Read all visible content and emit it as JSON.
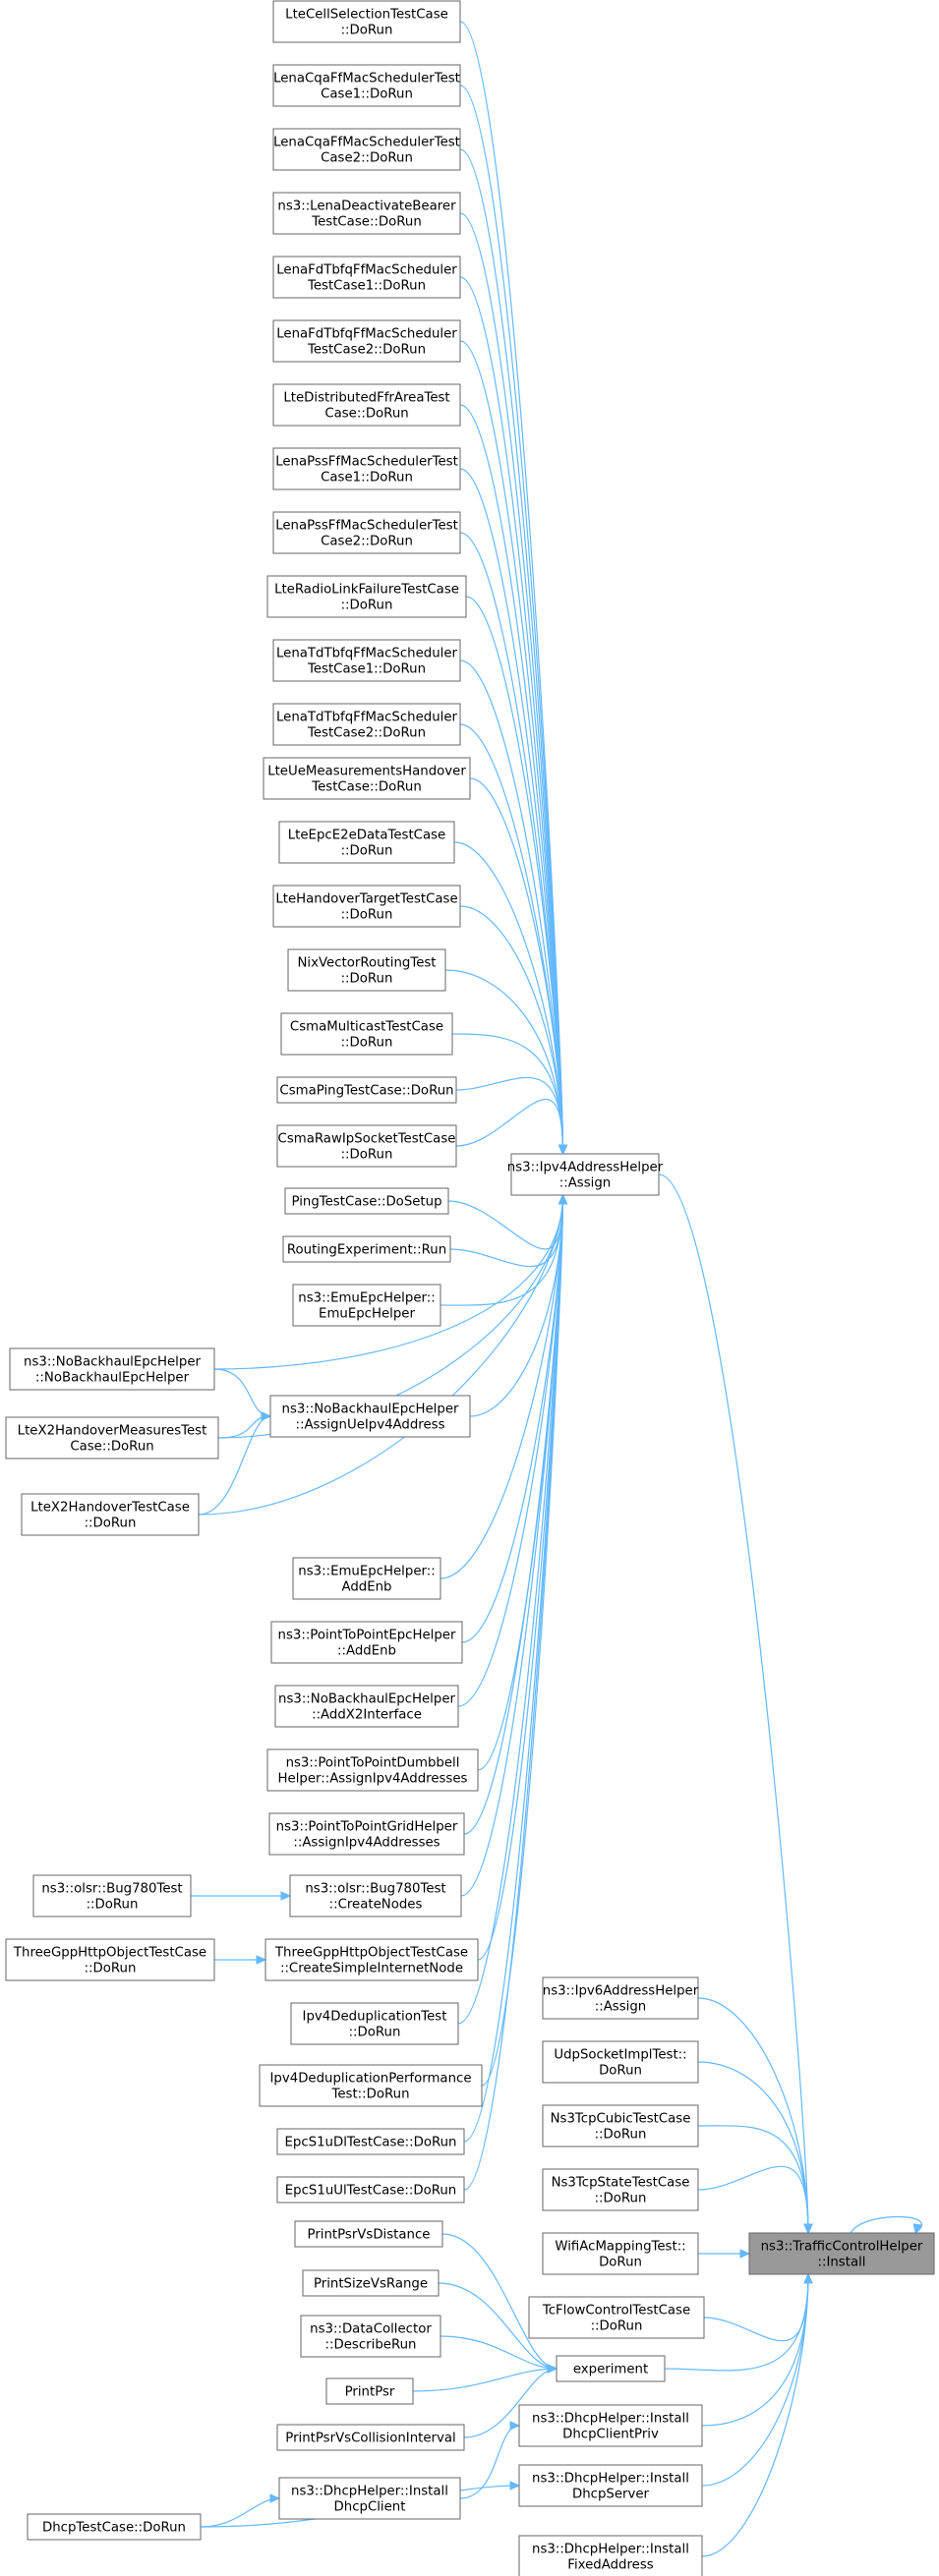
{
  "diagram": {
    "title": "Caller graph of ns3::TrafficControlHelper::Install",
    "colors": {
      "edge": "#63b8ff",
      "node_border": "#666666",
      "target_fill": "#999999",
      "node_fill": "#ffffff"
    },
    "nodes": [
      {
        "id": "n1",
        "lines": [
          "LteCellSelectionTestCase",
          "::DoRun"
        ]
      },
      {
        "id": "n2",
        "lines": [
          "LenaCqaFfMacSchedulerTest",
          "Case1::DoRun"
        ]
      },
      {
        "id": "n3",
        "lines": [
          "LenaCqaFfMacSchedulerTest",
          "Case2::DoRun"
        ]
      },
      {
        "id": "n4",
        "lines": [
          "ns3::LenaDeactivateBearer",
          "TestCase::DoRun"
        ]
      },
      {
        "id": "n5",
        "lines": [
          "LenaFdTbfqFfMacScheduler",
          "TestCase1::DoRun"
        ]
      },
      {
        "id": "n6",
        "lines": [
          "LenaFdTbfqFfMacScheduler",
          "TestCase2::DoRun"
        ]
      },
      {
        "id": "n7",
        "lines": [
          "LteDistributedFfrAreaTest",
          "Case::DoRun"
        ]
      },
      {
        "id": "n8",
        "lines": [
          "LenaPssFfMacSchedulerTest",
          "Case1::DoRun"
        ]
      },
      {
        "id": "n9",
        "lines": [
          "LenaPssFfMacSchedulerTest",
          "Case2::DoRun"
        ]
      },
      {
        "id": "n10",
        "lines": [
          "LteRadioLinkFailureTestCase",
          "::DoRun"
        ]
      },
      {
        "id": "n11",
        "lines": [
          "LenaTdTbfqFfMacScheduler",
          "TestCase1::DoRun"
        ]
      },
      {
        "id": "n12",
        "lines": [
          "LenaTdTbfqFfMacScheduler",
          "TestCase2::DoRun"
        ]
      },
      {
        "id": "n13",
        "lines": [
          "LteUeMeasurementsHandover",
          "TestCase::DoRun"
        ]
      },
      {
        "id": "n14",
        "lines": [
          "LteEpcE2eDataTestCase",
          "::DoRun"
        ]
      },
      {
        "id": "n15",
        "lines": [
          "LteHandoverTargetTestCase",
          "::DoRun"
        ]
      },
      {
        "id": "n16",
        "lines": [
          "NixVectorRoutingTest",
          "::DoRun"
        ]
      },
      {
        "id": "n17",
        "lines": [
          "CsmaMulticastTestCase",
          "::DoRun"
        ]
      },
      {
        "id": "n18",
        "lines": [
          "CsmaPingTestCase::DoRun"
        ]
      },
      {
        "id": "n19",
        "lines": [
          "CsmaRawIpSocketTestCase",
          "::DoRun"
        ]
      },
      {
        "id": "n20",
        "lines": [
          "PingTestCase::DoSetup"
        ]
      },
      {
        "id": "n21",
        "lines": [
          "RoutingExperiment::Run"
        ]
      },
      {
        "id": "n22",
        "lines": [
          "ns3::EmuEpcHelper::",
          "EmuEpcHelper"
        ]
      },
      {
        "id": "n23",
        "lines": [
          "ns3::NoBackhaulEpcHelper",
          "::NoBackhaulEpcHelper"
        ]
      },
      {
        "id": "n24",
        "lines": [
          "ns3::NoBackhaulEpcHelper",
          "::AssignUeIpv4Address"
        ]
      },
      {
        "id": "n25",
        "lines": [
          "LteX2HandoverMeasuresTest",
          "Case::DoRun"
        ]
      },
      {
        "id": "n26",
        "lines": [
          "LteX2HandoverTestCase",
          "::DoRun"
        ]
      },
      {
        "id": "n27",
        "lines": [
          "ns3::EmuEpcHelper::",
          "AddEnb"
        ]
      },
      {
        "id": "n28",
        "lines": [
          "ns3::PointToPointEpcHelper",
          "::AddEnb"
        ]
      },
      {
        "id": "n29",
        "lines": [
          "ns3::NoBackhaulEpcHelper",
          "::AddX2Interface"
        ]
      },
      {
        "id": "n30",
        "lines": [
          "ns3::PointToPointDumbbell",
          "Helper::AssignIpv4Addresses"
        ]
      },
      {
        "id": "n31",
        "lines": [
          "ns3::PointToPointGridHelper",
          "::AssignIpv4Addresses"
        ]
      },
      {
        "id": "n32",
        "lines": [
          "ns3::olsr::Bug780Test",
          "::DoRun"
        ]
      },
      {
        "id": "n33",
        "lines": [
          "ns3::olsr::Bug780Test",
          "::CreateNodes"
        ]
      },
      {
        "id": "n34",
        "lines": [
          "ThreeGppHttpObjectTestCase",
          "::DoRun"
        ]
      },
      {
        "id": "n35",
        "lines": [
          "ThreeGppHttpObjectTestCase",
          "::CreateSimpleInternetNode"
        ]
      },
      {
        "id": "n36",
        "lines": [
          "Ipv4DeduplicationTest",
          "::DoRun"
        ]
      },
      {
        "id": "n37",
        "lines": [
          "Ipv4DeduplicationPerformance",
          "Test::DoRun"
        ]
      },
      {
        "id": "n38",
        "lines": [
          "EpcS1uDlTestCase::DoRun"
        ]
      },
      {
        "id": "n39",
        "lines": [
          "EpcS1uUlTestCase::DoRun"
        ]
      },
      {
        "id": "n40",
        "lines": [
          "ns3::Ipv4AddressHelper",
          "::Assign"
        ]
      },
      {
        "id": "n41",
        "lines": [
          "ns3::Ipv6AddressHelper",
          "::Assign"
        ]
      },
      {
        "id": "n42",
        "lines": [
          "UdpSocketImplTest::",
          "DoRun"
        ]
      },
      {
        "id": "n43",
        "lines": [
          "Ns3TcpCubicTestCase",
          "::DoRun"
        ]
      },
      {
        "id": "n44",
        "lines": [
          "Ns3TcpStateTestCase",
          "::DoRun"
        ]
      },
      {
        "id": "n45",
        "lines": [
          "WifiAcMappingTest::",
          "DoRun"
        ]
      },
      {
        "id": "n46",
        "lines": [
          "TcFlowControlTestCase",
          "::DoRun"
        ]
      },
      {
        "id": "n47",
        "lines": [
          "ns3::TrafficControlHelper",
          "::Install"
        ]
      },
      {
        "id": "n48",
        "lines": [
          "PrintPsrVsDistance"
        ]
      },
      {
        "id": "n49",
        "lines": [
          "PrintSizeVsRange"
        ]
      },
      {
        "id": "n50",
        "lines": [
          "ns3::DataCollector",
          "::DescribeRun"
        ]
      },
      {
        "id": "n51",
        "lines": [
          "PrintPsr"
        ]
      },
      {
        "id": "n52",
        "lines": [
          "PrintPsrVsCollisionInterval"
        ]
      },
      {
        "id": "n53",
        "lines": [
          "experiment"
        ]
      },
      {
        "id": "n54",
        "lines": [
          "ns3::DhcpHelper::Install",
          "DhcpClientPriv"
        ]
      },
      {
        "id": "n55",
        "lines": [
          "ns3::DhcpHelper::Install",
          "DhcpClient"
        ]
      },
      {
        "id": "n56",
        "lines": [
          "ns3::DhcpHelper::Install",
          "DhcpServer"
        ]
      },
      {
        "id": "n57",
        "lines": [
          "DhcpTestCase::DoRun"
        ]
      },
      {
        "id": "n58",
        "lines": [
          "ns3::DhcpHelper::Install",
          "FixedAddress"
        ]
      }
    ]
  }
}
